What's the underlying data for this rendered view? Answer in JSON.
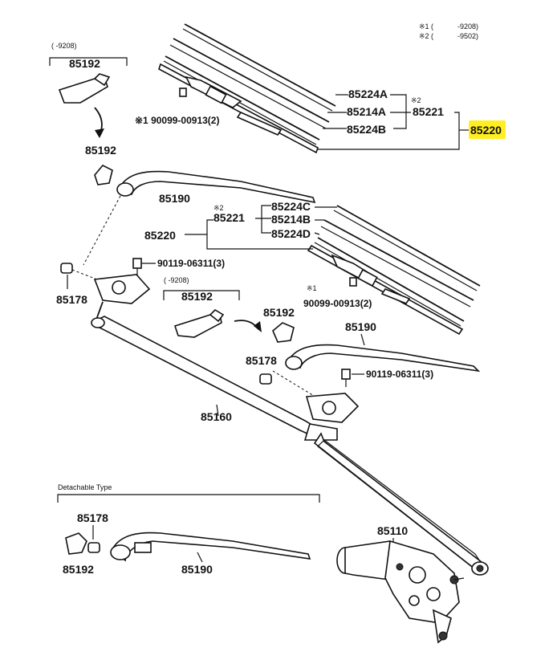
{
  "notes": {
    "note1_mark": "※1 (",
    "note1_range": "-9208)",
    "note2_mark": "※2 (",
    "note2_range": "-9502)"
  },
  "highlight_color": "#ffee22",
  "labels": {
    "p85192_top": "85192",
    "p85192_top_note": "(       -9208)",
    "p85192_a": "85192",
    "p85190_a": "85190",
    "p85224A": "85224A",
    "p85214A": "85214A",
    "p85224B": "85224B",
    "p85221_a_note": "※2",
    "p85221_a": "85221",
    "p85220_a": "85220",
    "p90099_a": "※1 90099-00913(2)",
    "p85221_b_note": "※2",
    "p85221_b": "85221",
    "p85224C": "85224C",
    "p85214B": "85214B",
    "p85224D": "85224D",
    "p85220_b": "85220",
    "p90119_a": "90119-06311(3)",
    "p85178_a": "85178",
    "p85192_mid_note": "(       -9208)",
    "p85192_mid": "85192",
    "p90099_b_note": "※1",
    "p90099_b": "90099-00913(2)",
    "p85192_b": "85192",
    "p85190_b": "85190",
    "p85178_b": "85178",
    "p90119_b": "90119-06311(3)",
    "p85160": "85160",
    "detachable": "Detachable Type",
    "p85178_c": "85178",
    "p85192_c": "85192",
    "p85190_c": "85190",
    "p85110": "85110"
  },
  "icons": [
    "wiper-blade-icon",
    "wiper-arm-icon",
    "arm-cap-icon",
    "pivot-icon",
    "link-rod-icon",
    "wiper-motor-icon",
    "bolt-icon"
  ]
}
